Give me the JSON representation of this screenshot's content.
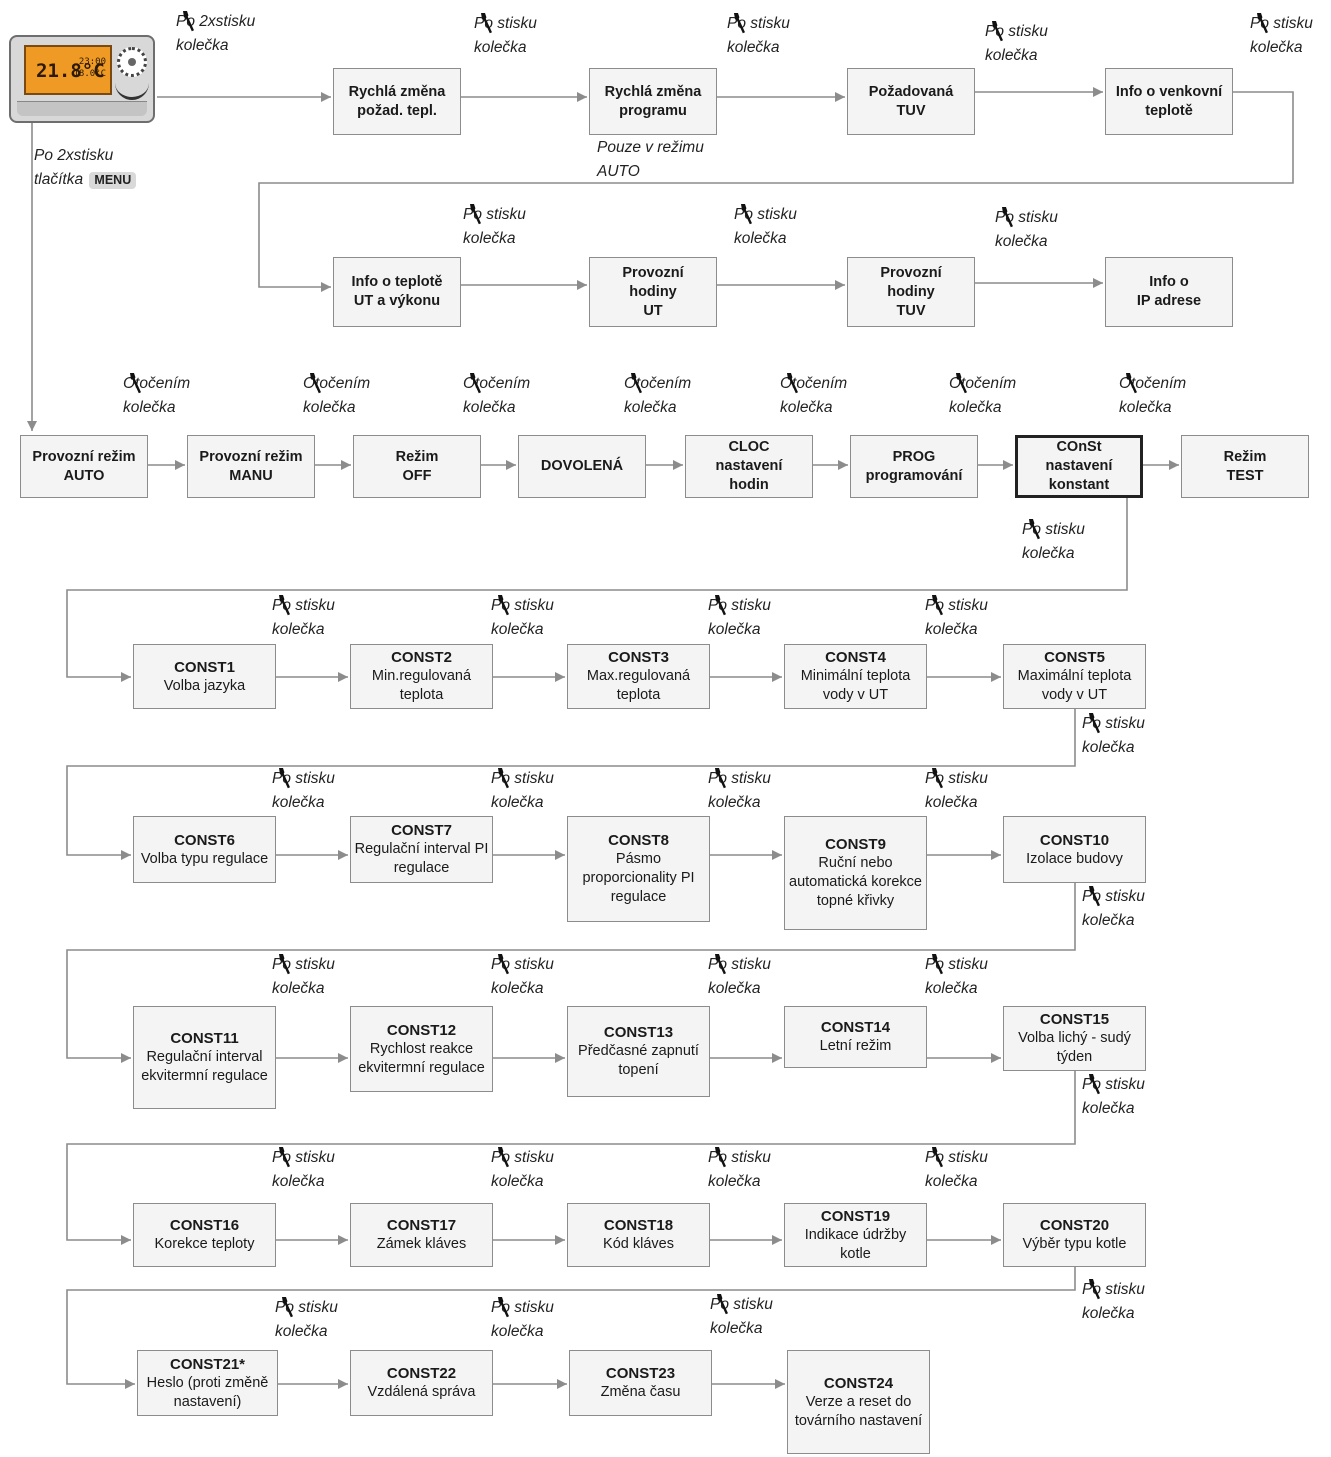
{
  "device": {
    "lcd_temp": "21.8°C",
    "lcd_line1": "23:00",
    "lcd_line2": "18.0°C"
  },
  "labels": {
    "press_twice_knob": [
      "Po 2xstisku",
      "kolečka"
    ],
    "press_knob": [
      "Po stisku",
      "kolečka"
    ],
    "rotate_knob": [
      "Otočením",
      "kolečka"
    ],
    "press_twice_button": [
      "Po 2xstisku",
      "tlačítka"
    ],
    "menu_key": "MENU",
    "auto_only": [
      "Pouze v režimu",
      "AUTO"
    ]
  },
  "rows": {
    "quick": [
      "Rychlá změna\npožad. tepl.",
      "Rychlá změna\nprogramu",
      "Požadovaná\nTUV",
      "Info o venkovní\nteplotě"
    ],
    "info": [
      "Info o teplotě\nUT a výkonu",
      "Provozní\nhodiny\nUT",
      "Provozní\nhodiny\nTUV",
      "Info o\nIP adrese"
    ],
    "modes": [
      "Provozní režim\nAUTO",
      "Provozní režim\nMANU",
      "Režim\nOFF",
      "DOVOLENÁ",
      "CLOC\nnastavení\nhodin",
      "PROG\nprogramování",
      "COnSt\nnastavení\nkonstant",
      "Režim\nTEST"
    ]
  },
  "constants": [
    {
      "id": "CONST1",
      "desc": "Volba jazyka"
    },
    {
      "id": "CONST2",
      "desc": "Min.regulovaná teplota"
    },
    {
      "id": "CONST3",
      "desc": "Max.regulovaná teplota"
    },
    {
      "id": "CONST4",
      "desc": "Minimální teplota vody v UT"
    },
    {
      "id": "CONST5",
      "desc": "Maximální teplota vody v UT"
    },
    {
      "id": "CONST6",
      "desc": "Volba typu regulace"
    },
    {
      "id": "CONST7",
      "desc": "Regulační interval PI regulace"
    },
    {
      "id": "CONST8",
      "desc": "Pásmo proporcionality PI regulace"
    },
    {
      "id": "CONST9",
      "desc": "Ruční nebo automatická korekce topné křivky"
    },
    {
      "id": "CONST10",
      "desc": "Izolace budovy"
    },
    {
      "id": "CONST11",
      "desc": "Regulační interval ekvitermní regulace"
    },
    {
      "id": "CONST12",
      "desc": "Rychlost reakce ekvitermní regulace"
    },
    {
      "id": "CONST13",
      "desc": "Předčasné zapnutí topení"
    },
    {
      "id": "CONST14",
      "desc": "Letní režim"
    },
    {
      "id": "CONST15",
      "desc": "Volba lichý - sudý týden"
    },
    {
      "id": "CONST16",
      "desc": "Korekce teploty"
    },
    {
      "id": "CONST17",
      "desc": "Zámek kláves"
    },
    {
      "id": "CONST18",
      "desc": "Kód kláves"
    },
    {
      "id": "CONST19",
      "desc": "Indikace údržby kotle"
    },
    {
      "id": "CONST20",
      "desc": "Výběr typu kotle"
    },
    {
      "id": "CONST21*",
      "desc": "Heslo (proti změně nastavení)"
    },
    {
      "id": "CONST22",
      "desc": "Vzdálená správa"
    },
    {
      "id": "CONST23",
      "desc": "Změna času"
    },
    {
      "id": "CONST24",
      "desc": "Verze a reset do továrního nastavení"
    }
  ],
  "colors": {
    "box_fill": "#f4f4f4",
    "box_border": "#8c8c8c",
    "line": "#8c8c8c",
    "lcd": "#ef9a25"
  }
}
